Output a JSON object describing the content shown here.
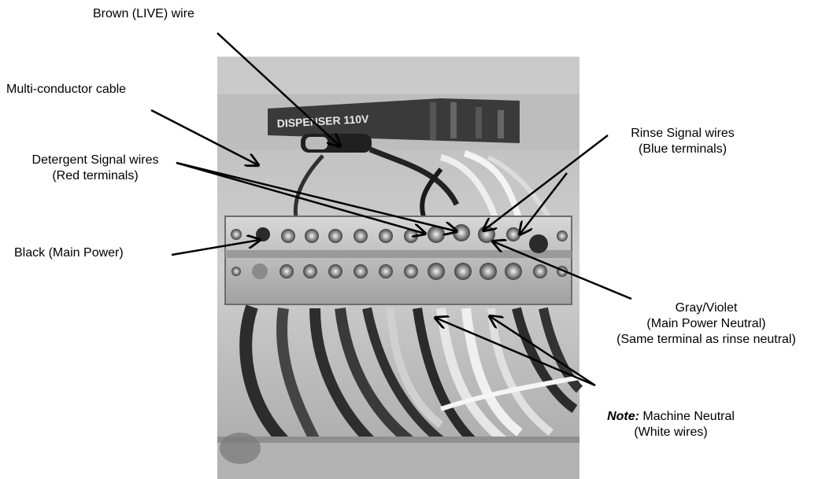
{
  "photo": {
    "panel_text": "DISPENSER 110V"
  },
  "labels": {
    "brown_live": "Brown (LIVE) wire",
    "multi_conductor": "Multi-conductor cable",
    "detergent_line1": "Detergent Signal wires",
    "detergent_line2": "(Red terminals)",
    "black_main": "Black (Main Power)",
    "rinse_line1": "Rinse Signal wires",
    "rinse_line2": "(Blue terminals)",
    "gray_line1": "Gray/Violet",
    "gray_line2": "(Main Power Neutral)",
    "gray_line3": "(Same terminal as rinse neutral)",
    "note_prefix": "Note:",
    "note_line1": "Machine Neutral",
    "note_line2": "(White wires)"
  },
  "colors": {
    "background": "#ffffff",
    "text": "#000000",
    "arrow": "#000000"
  }
}
